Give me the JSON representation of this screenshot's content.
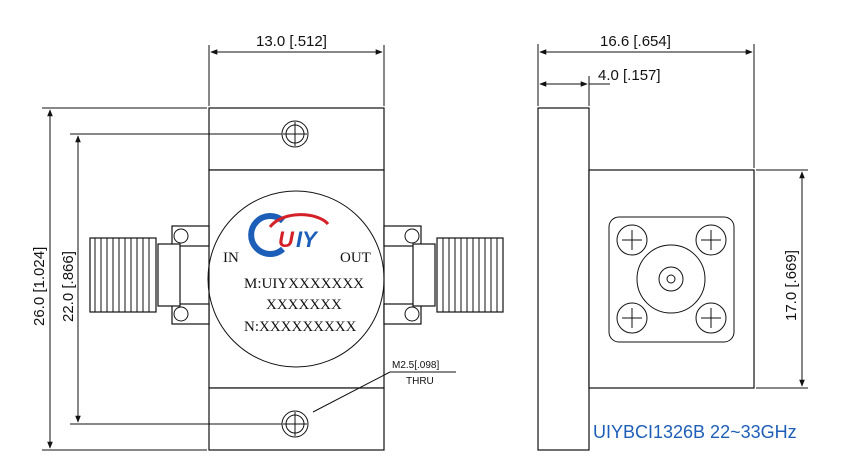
{
  "dimensions": {
    "width_front": "13.0 [.512]",
    "height_total": "26.0 [1.024]",
    "mount_spacing": "22.0 [.866]",
    "depth_total": "16.6 [.654]",
    "flange_thickness": "4.0 [.157]",
    "connector_flange": "17.0 [.669]"
  },
  "label": {
    "in": "IN",
    "out": "OUT",
    "model_line": "M:UIYXXXXXXX",
    "model_line2": "XXXXXXX",
    "serial_line": "N:XXXXXXXXX"
  },
  "hole_note": {
    "size": "M2.5[.098]",
    "type": "THRU"
  },
  "product": "UIYBCI1326B 22~33GHz",
  "colors": {
    "logo_blue": "#1d5fb8",
    "logo_red": "#d42027",
    "line": "#111111"
  }
}
